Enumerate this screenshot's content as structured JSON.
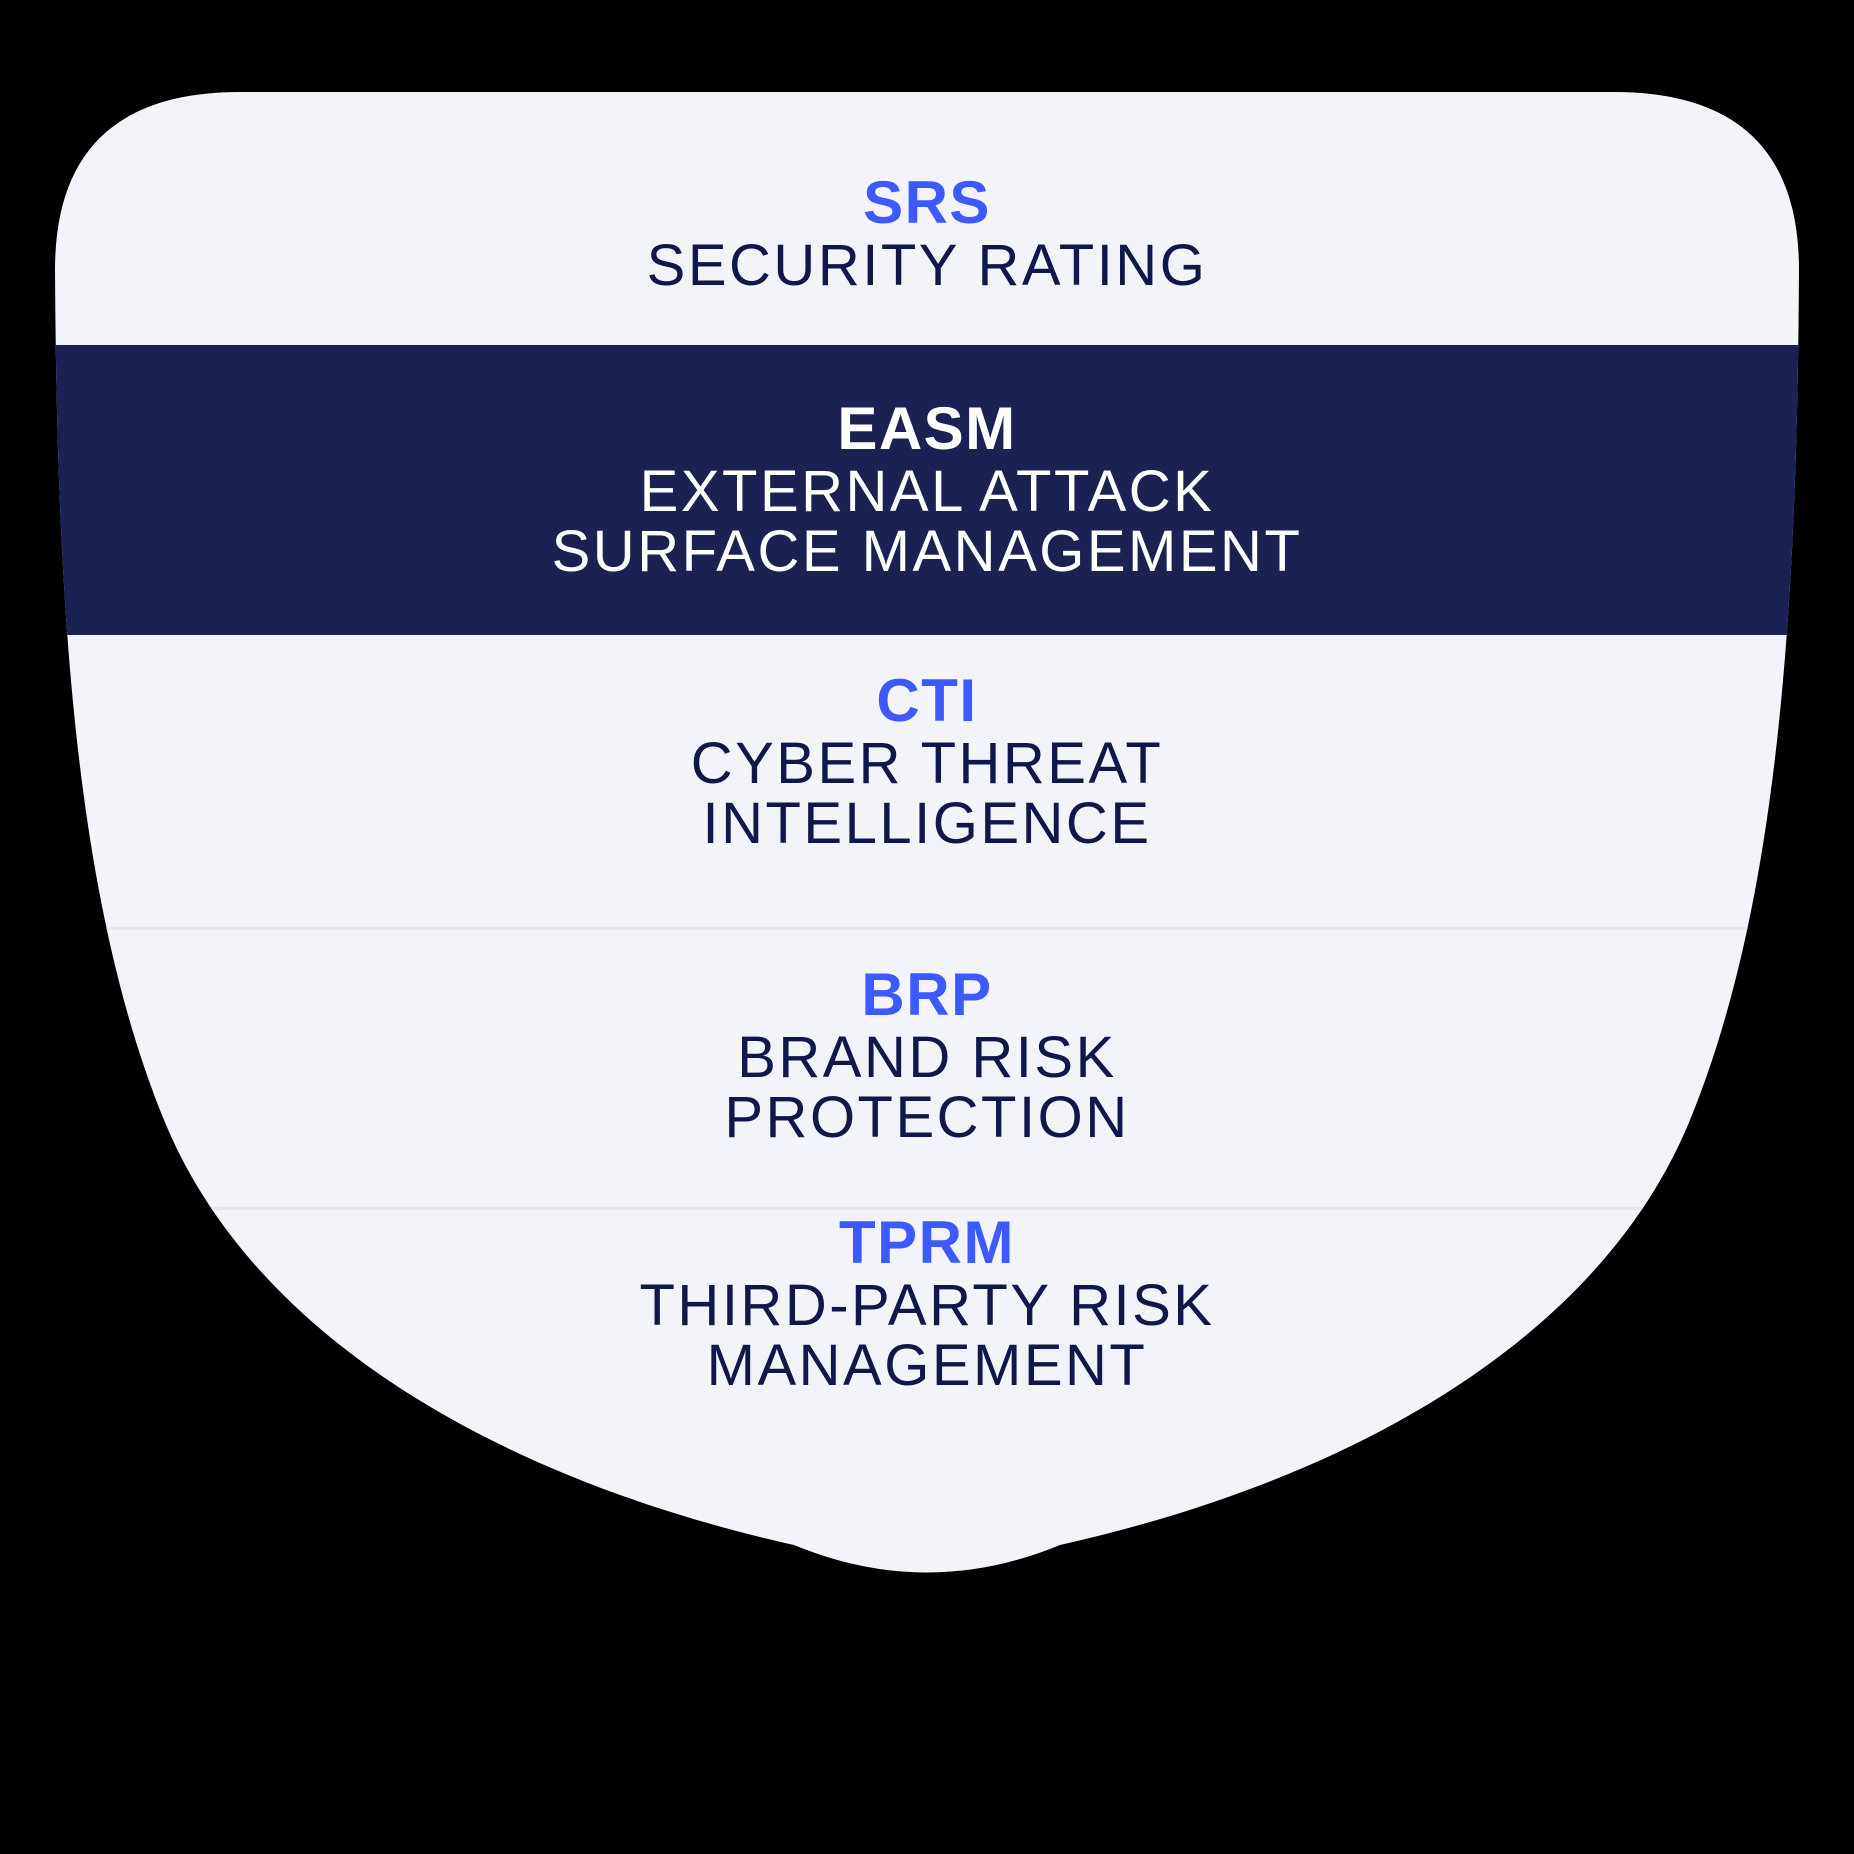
{
  "diagram": {
    "type": "shield-stack",
    "background_color": "#000000",
    "shield_fill": "#f2f4f9",
    "divider_color": "#e4e7f0",
    "band_color": "#1b2153",
    "accent_color": "#3d5afe",
    "text_color": "#10174b",
    "band_text_color": "#ffffff"
  },
  "sections": [
    {
      "acronym": "SRS",
      "name_lines": [
        "SECURITY RATING"
      ],
      "highlighted": false
    },
    {
      "acronym": "EASM",
      "name_lines": [
        "EXTERNAL ATTACK",
        "SURFACE MANAGEMENT"
      ],
      "highlighted": true
    },
    {
      "acronym": "CTI",
      "name_lines": [
        "CYBER THREAT",
        "INTELLIGENCE"
      ],
      "highlighted": false
    },
    {
      "acronym": "BRP",
      "name_lines": [
        "BRAND RISK",
        "PROTECTION"
      ],
      "highlighted": false
    },
    {
      "acronym": "TPRM",
      "name_lines": [
        "THIRD-PARTY RISK",
        "MANAGEMENT"
      ],
      "highlighted": false
    }
  ]
}
